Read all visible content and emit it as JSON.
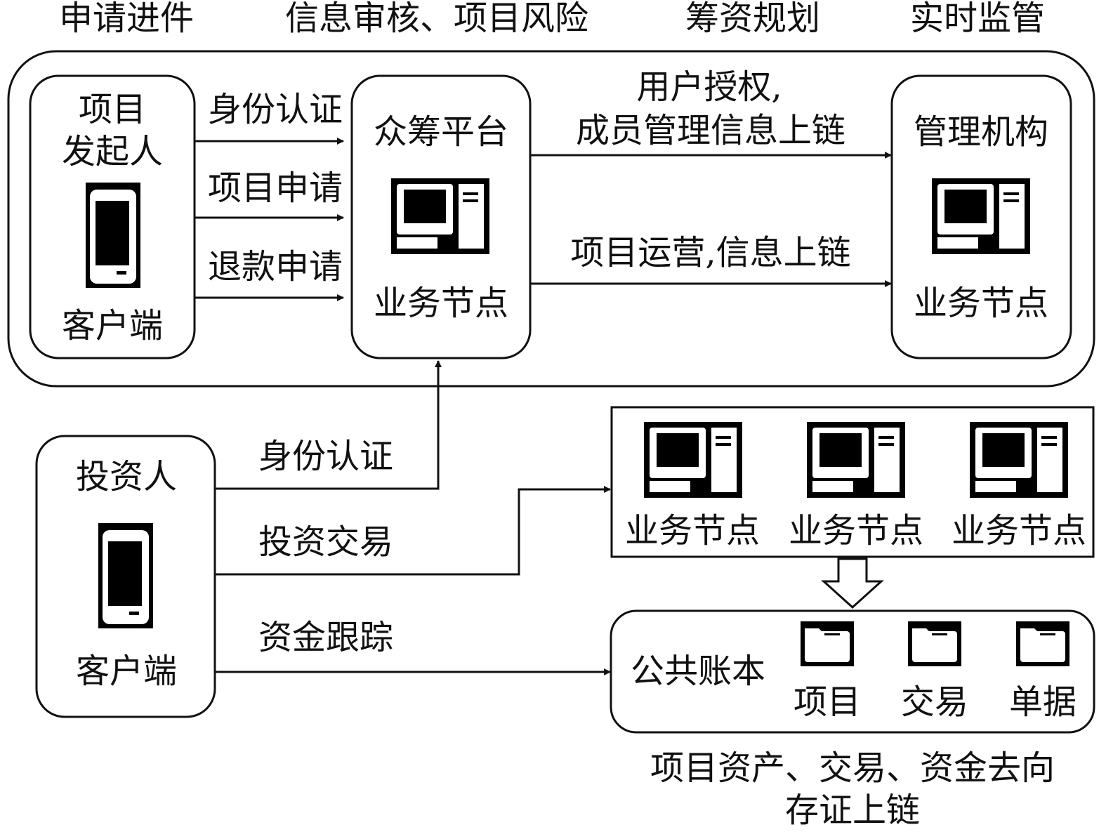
{
  "stages": [
    "申请进件",
    "信息审核、项目风险",
    "筹资规划",
    "实时监管"
  ],
  "initiator": {
    "title_line1": "项目",
    "title_line2": "发起人",
    "device_label": "客户端",
    "device_icon": "mobile-phone-icon"
  },
  "initiator_flows": [
    "身份认证",
    "项目申请",
    "退款申请"
  ],
  "platform": {
    "title": "众筹平台",
    "node_label": "业务节点",
    "node_icon": "computer-icon"
  },
  "platform_flows": {
    "upper_line1": "用户授权,",
    "upper_line2": "成员管理信息上链",
    "lower": "项目运营,信息上链"
  },
  "regulator": {
    "title": "管理机构",
    "node_label": "业务节点",
    "node_icon": "computer-icon"
  },
  "investor": {
    "title": "投资人",
    "device_label": "客户端",
    "device_icon": "mobile-phone-icon"
  },
  "investor_flows": [
    "身份认证",
    "投资交易",
    "资金跟踪"
  ],
  "node_cluster": {
    "labels": [
      "业务节点",
      "业务节点",
      "业务节点"
    ],
    "node_icon": "computer-icon"
  },
  "ledger": {
    "title": "公共账本",
    "items": [
      "项目",
      "交易",
      "单据"
    ],
    "item_icon": "folder-icon"
  },
  "caption": {
    "line1": "项目资产、交易、资金去向",
    "line2": "存证上链"
  }
}
